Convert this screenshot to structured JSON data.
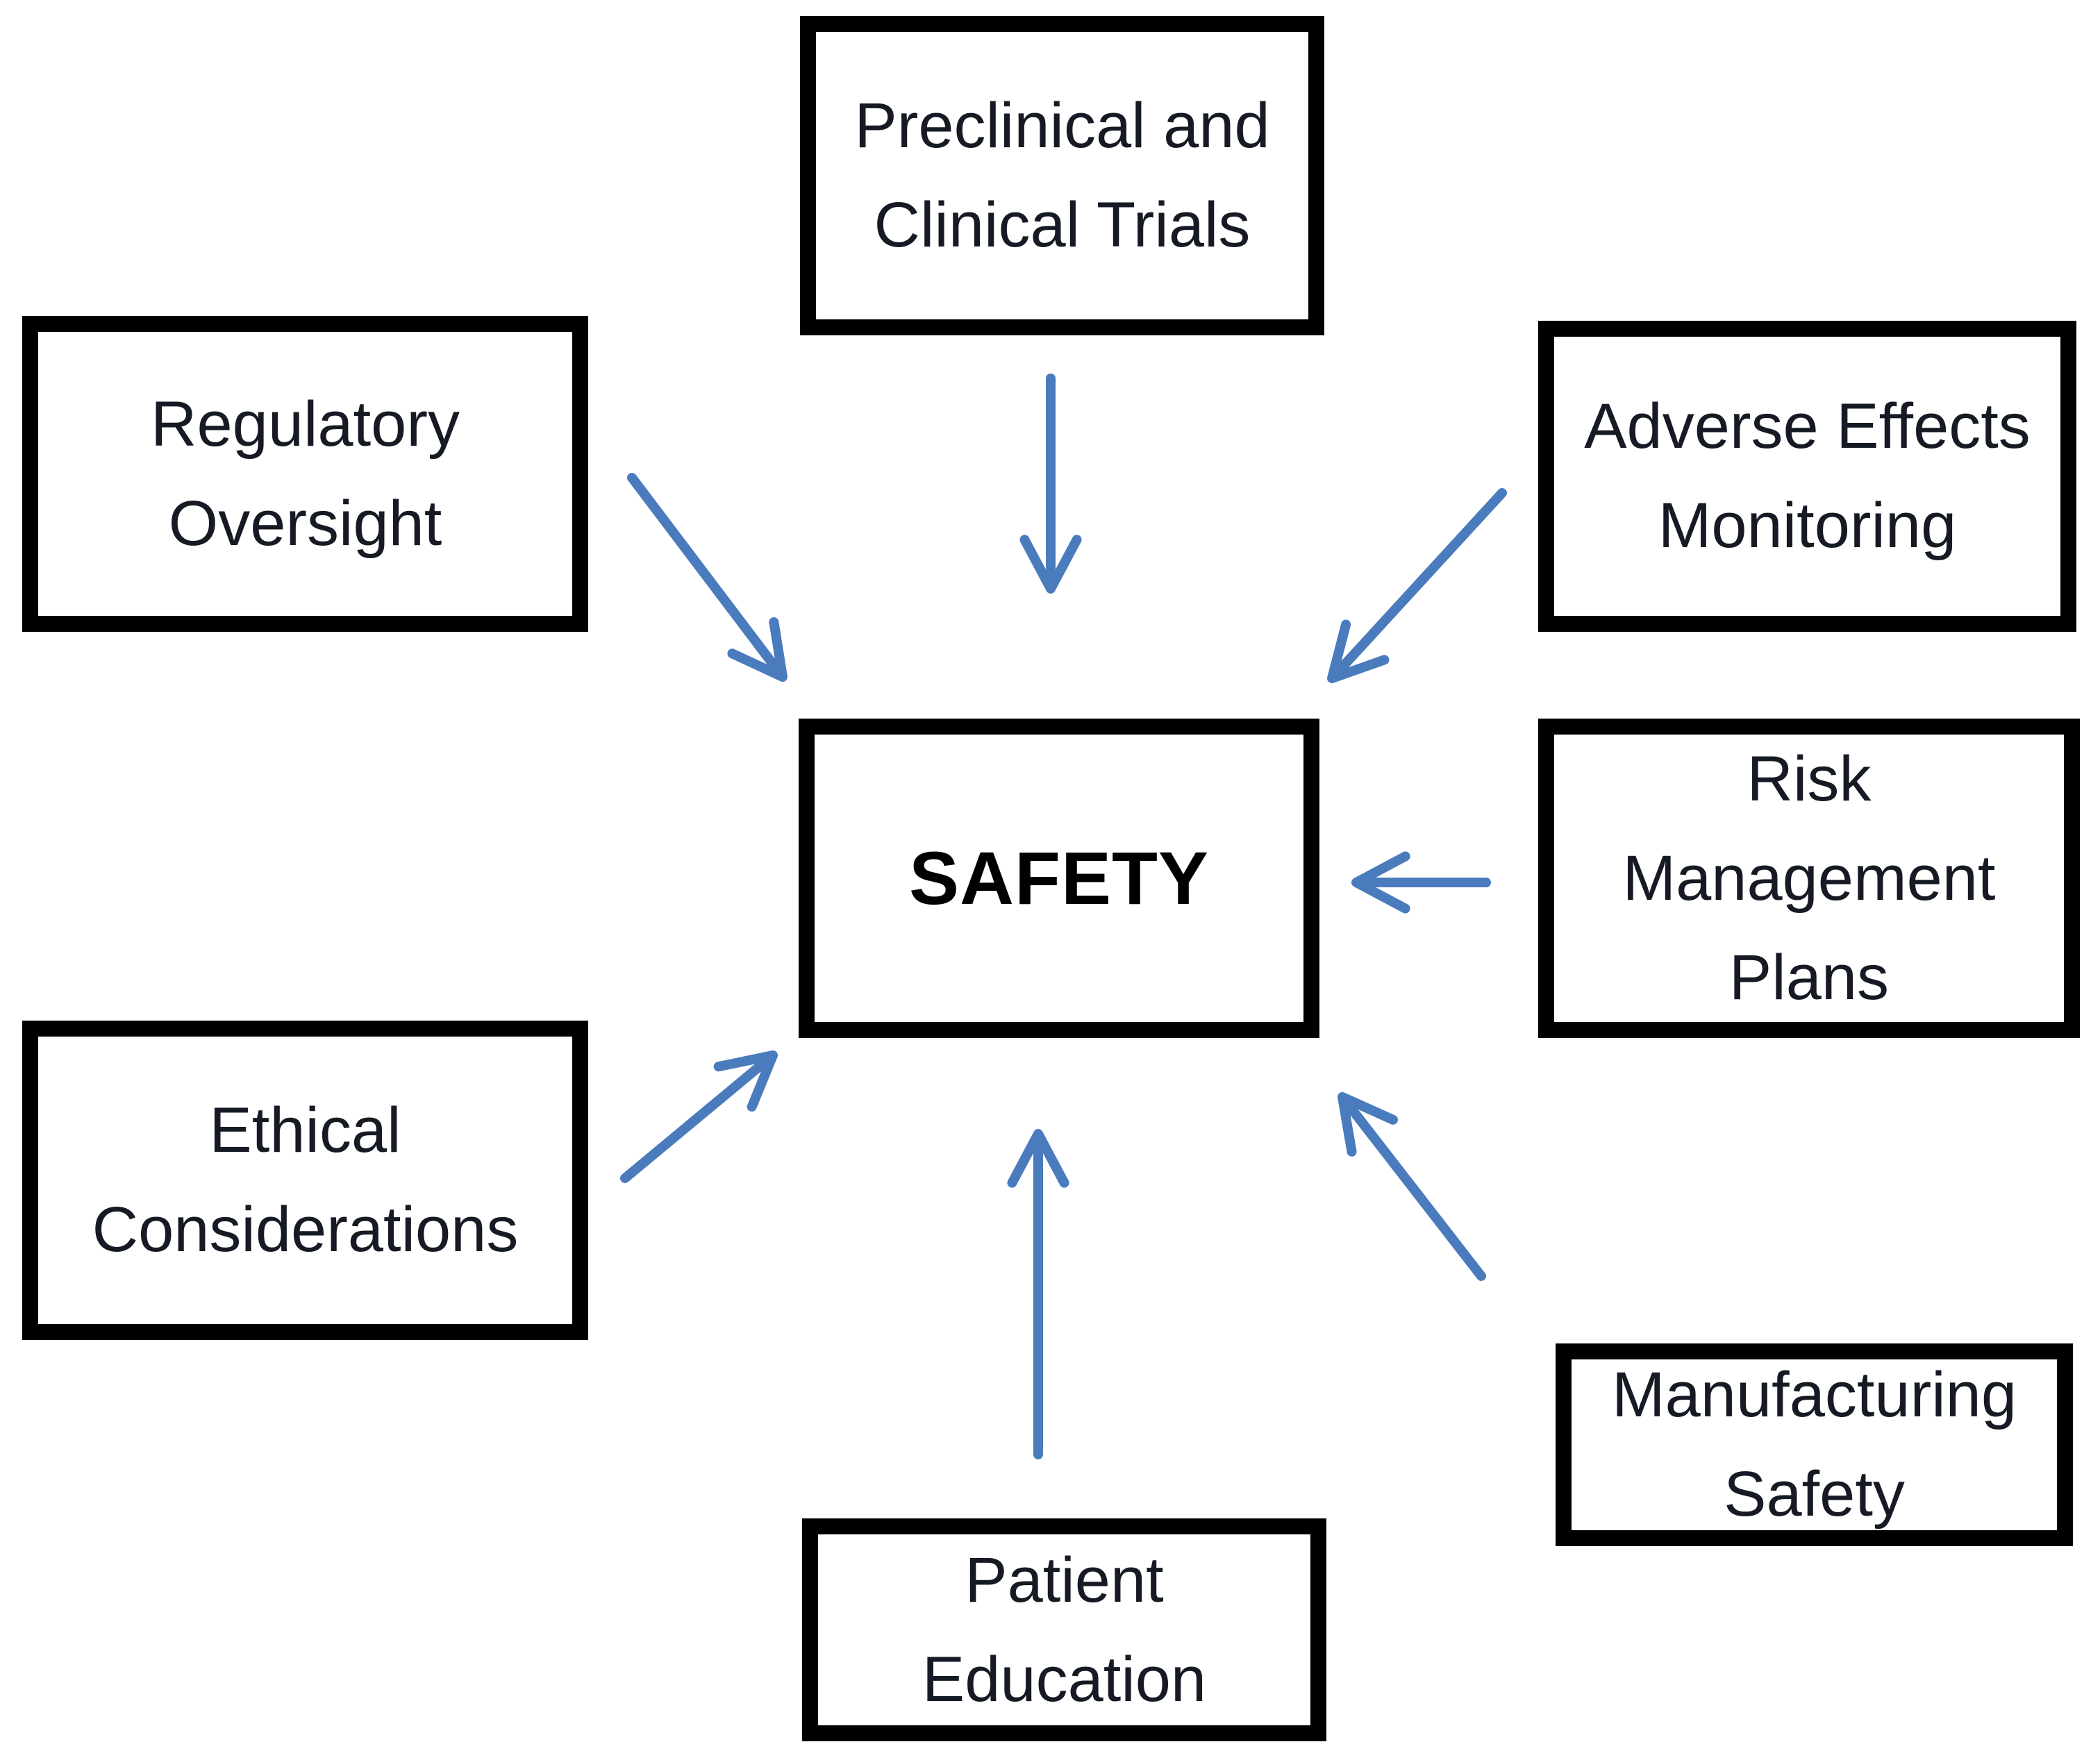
{
  "diagram": {
    "type": "hub-and-spoke",
    "center": {
      "id": "safety",
      "label": "SAFETY"
    },
    "nodes": [
      {
        "id": "preclinical",
        "lines": [
          "Preclinical and",
          "Clinical Trials"
        ]
      },
      {
        "id": "regulatory",
        "lines": [
          "Regulatory",
          "Oversight"
        ]
      },
      {
        "id": "adverse",
        "lines": [
          "Adverse Effects",
          "Monitoring"
        ]
      },
      {
        "id": "risk",
        "lines": [
          "Risk",
          "Management",
          "Plans"
        ]
      },
      {
        "id": "ethical",
        "lines": [
          "Ethical",
          "Considerations"
        ]
      },
      {
        "id": "manufacturing",
        "lines": [
          "Manufacturing",
          "Safety"
        ]
      },
      {
        "id": "patient",
        "lines": [
          "Patient",
          "Education"
        ]
      }
    ],
    "edges": [
      {
        "from": "preclinical",
        "to": "safety"
      },
      {
        "from": "regulatory",
        "to": "safety"
      },
      {
        "from": "adverse",
        "to": "safety"
      },
      {
        "from": "risk",
        "to": "safety"
      },
      {
        "from": "ethical",
        "to": "safety"
      },
      {
        "from": "manufacturing",
        "to": "safety"
      },
      {
        "from": "patient",
        "to": "safety"
      }
    ],
    "colors": {
      "arrow": "#4a7bbd",
      "box_border": "#000000",
      "box_fill": "#ffffff",
      "text": "#161a24",
      "center_text": "#000000",
      "background": "#ffffff"
    }
  }
}
